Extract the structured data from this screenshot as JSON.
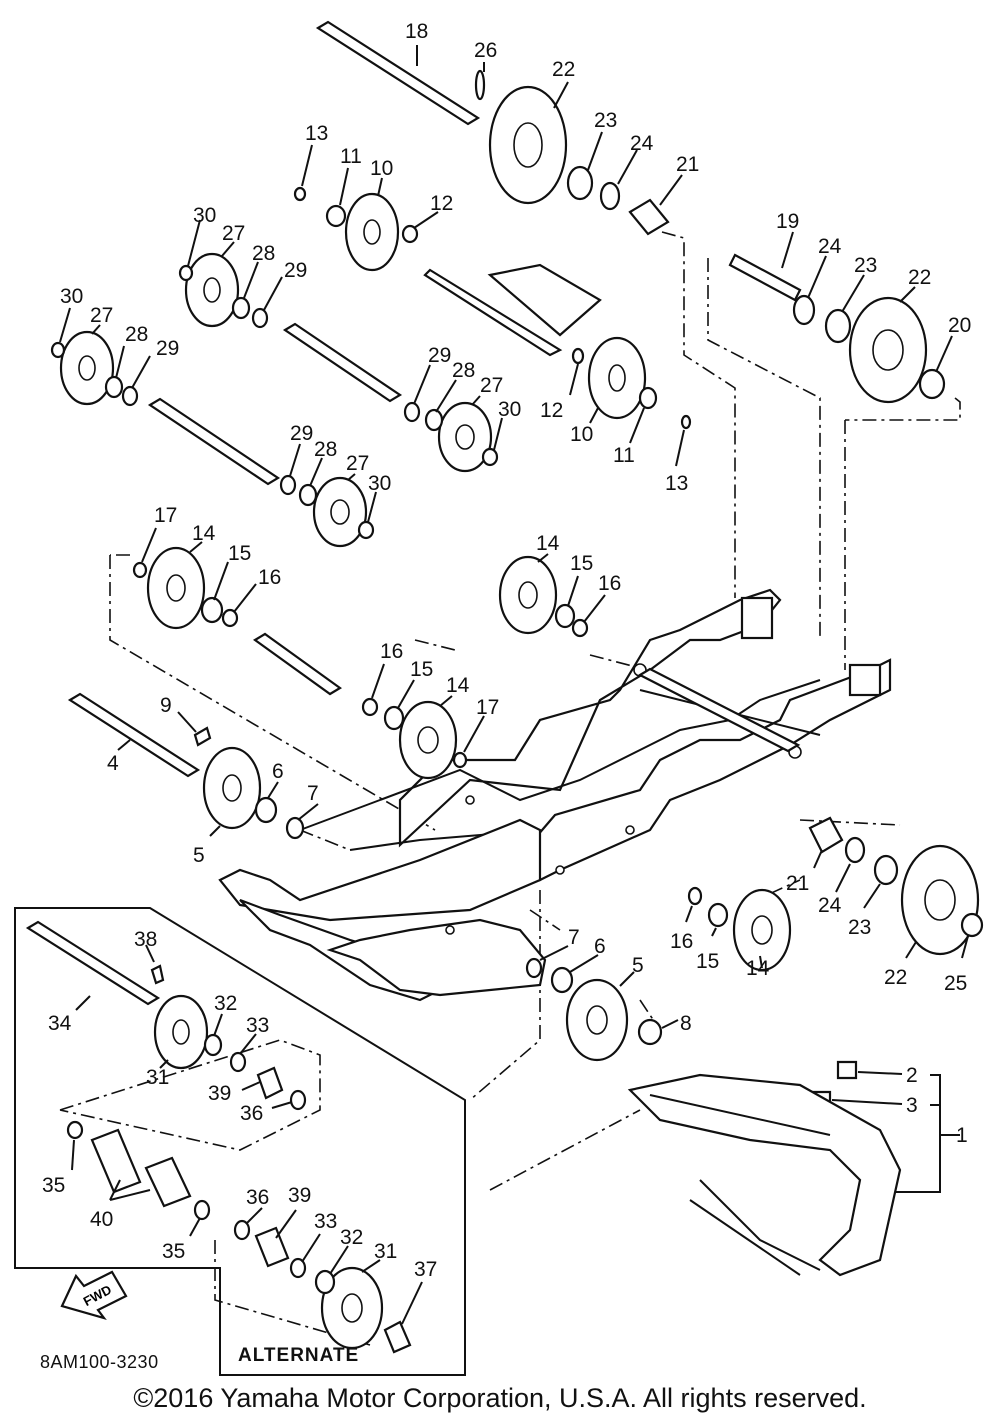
{
  "diagram": {
    "code": "8AM100-3230",
    "alternate_label": "ALTERNATE",
    "fwd_label": "FWD",
    "copyright": "©2016 Yamaha Motor Corporation, U.S.A. All rights reserved."
  },
  "callouts": {
    "n18": "18",
    "n26": "26",
    "n22a": "22",
    "n23a": "23",
    "n24a": "24",
    "n21a": "21",
    "n13a": "13",
    "n11a": "11",
    "n10a": "10",
    "n12a": "12",
    "n30a": "30",
    "n27a": "27",
    "n28a": "28",
    "n29a": "29",
    "n30b": "30",
    "n27b": "27",
    "n28b": "28",
    "n29b": "29",
    "n19": "19",
    "n24b": "24",
    "n23b": "23",
    "n22b": "22",
    "n20": "20",
    "n29c": "29",
    "n28c": "28",
    "n27c": "27",
    "n30c": "30",
    "n12b": "12",
    "n10b": "10",
    "n11b": "11",
    "n13b": "13",
    "n29d": "29",
    "n28d": "28",
    "n27d": "27",
    "n30d": "30",
    "n17a": "17",
    "n14a": "14",
    "n15a": "15",
    "n16a": "16",
    "n14b": "14",
    "n15b": "15",
    "n16b": "16",
    "n16c": "16",
    "n15c": "15",
    "n14c": "14",
    "n17b": "17",
    "n9": "9",
    "n4": "4",
    "n6a": "6",
    "n7a": "7",
    "n5a": "5",
    "n21b": "21",
    "n24c": "24",
    "n23c": "23",
    "n22c": "22",
    "n25": "25",
    "n16d": "16",
    "n15d": "15",
    "n14d": "14",
    "n7b": "7",
    "n6b": "6",
    "n5b": "5",
    "n8": "8",
    "n38": "38",
    "n34": "34",
    "n32a": "32",
    "n33a": "33",
    "n31a": "31",
    "n39a": "39",
    "n36a": "36",
    "n2": "2",
    "n3": "3",
    "n1": "1",
    "n35a": "35",
    "n40": "40",
    "n35b": "35",
    "n36b": "36",
    "n39b": "39",
    "n33b": "33",
    "n32b": "32",
    "n31b": "31",
    "n37": "37"
  }
}
